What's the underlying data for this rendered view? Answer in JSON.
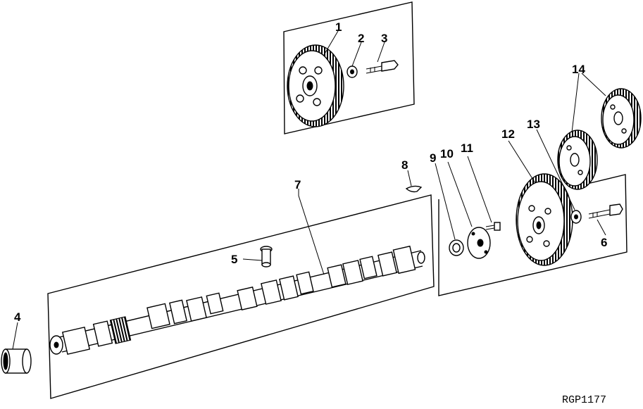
{
  "diagram": {
    "callouts": [
      "1",
      "2",
      "3",
      "4",
      "5",
      "6",
      "7",
      "8",
      "9",
      "10",
      "11",
      "12",
      "13",
      "14"
    ],
    "reference_code": "RGP1177"
  }
}
